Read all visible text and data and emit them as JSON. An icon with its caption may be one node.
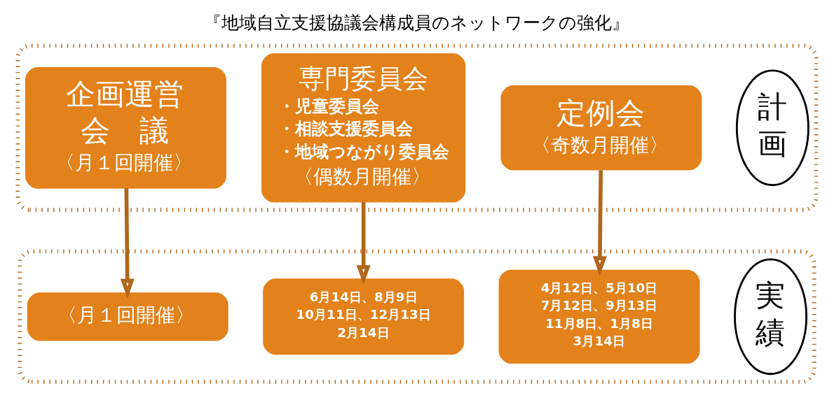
{
  "diagram": {
    "title": "『地域自立支援協議会構成員のネットワークの強化』",
    "nodes": [
      {
        "text": [],
        "shape": "box"
      },
      {
        "text": [
          "計画"
        ],
        "in": 0
      },
      {
        "text": [
          "定例会",
          "〈奇数月開催〉"
        ],
        "in": 0
      },
      {
        "text": [
          "専門委員会",
          "・児童委員会",
          "・相談支援委員会",
          "・地域つながり委員会",
          "〈偶数月開催〉"
        ],
        "in": 0
      },
      {
        "text": [
          "企画運営",
          "会　議",
          "〈月１回開催〉"
        ],
        "in": 0
      },
      {
        "text": [],
        "shape": "box"
      },
      {
        "text": [
          "実績"
        ],
        "in": 5
      },
      {
        "text": [
          "4月12日、5月10日",
          "7月12日、9月13日",
          "11月8日、1月8日",
          "3月14日"
        ],
        "in": 5
      },
      {
        "text": [
          "6月14日、8月9日",
          "10月11日、12月13日",
          "2月14日"
        ],
        "in": 5
      },
      {
        "text": [
          "〈月１回開催〉"
        ],
        "in": 5
      }
    ],
    "edges": [
      {
        "from": 2,
        "to": 7,
        "arrow": "to"
      },
      {
        "from": 3,
        "to": 8,
        "arrow": "to"
      },
      {
        "from": 4,
        "to": 9,
        "arrow": "to"
      }
    ]
  }
}
